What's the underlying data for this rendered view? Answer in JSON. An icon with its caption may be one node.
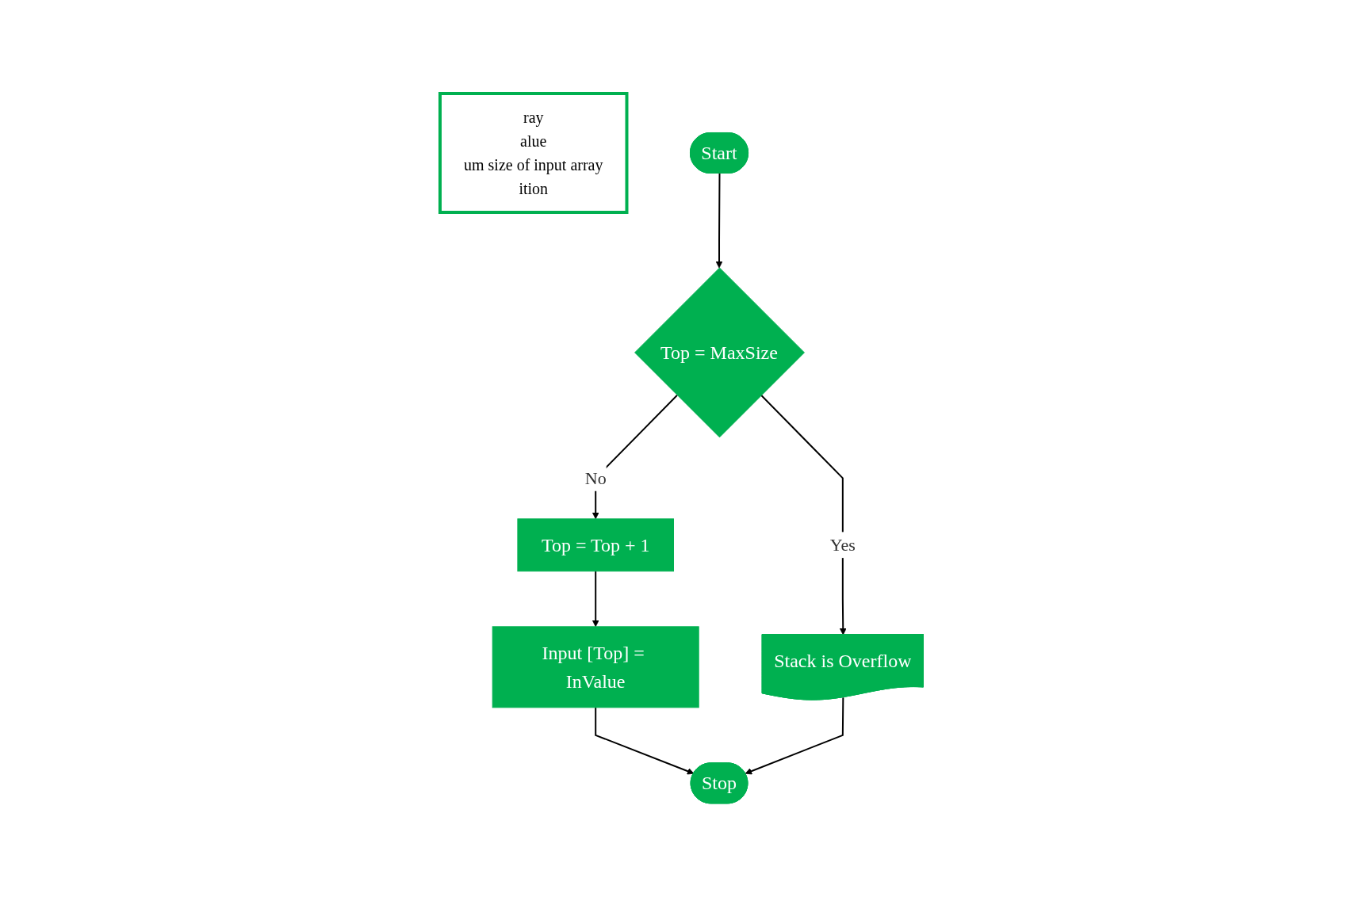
{
  "diagram": {
    "nodes": [
      {
        "text": [
          "ray",
          "alue",
          "um size of input array",
          "ition"
        ]
      },
      {
        "text": [
          "Start"
        ]
      },
      {
        "text": [
          "Top = MaxSize"
        ]
      },
      {
        "text": [
          "Top = Top + 1"
        ]
      },
      {
        "text": [
          "Input [Top] = InValue"
        ]
      },
      {
        "text": [
          "Stack is Overflow"
        ]
      },
      {
        "text": [
          "Stop"
        ]
      }
    ],
    "edges": [
      {
        "from": 1,
        "to": 2,
        "arrow": "to"
      },
      {
        "from": 2,
        "to": 3,
        "arrow": "to",
        "label": "No"
      },
      {
        "from": 2,
        "to": 5,
        "arrow": "to",
        "label": "Yes"
      },
      {
        "from": 3,
        "to": 4,
        "arrow": "to"
      },
      {
        "from": 4,
        "to": 6,
        "arrow": "to"
      },
      {
        "from": 5,
        "to": 6,
        "arrow": "to"
      }
    ]
  }
}
